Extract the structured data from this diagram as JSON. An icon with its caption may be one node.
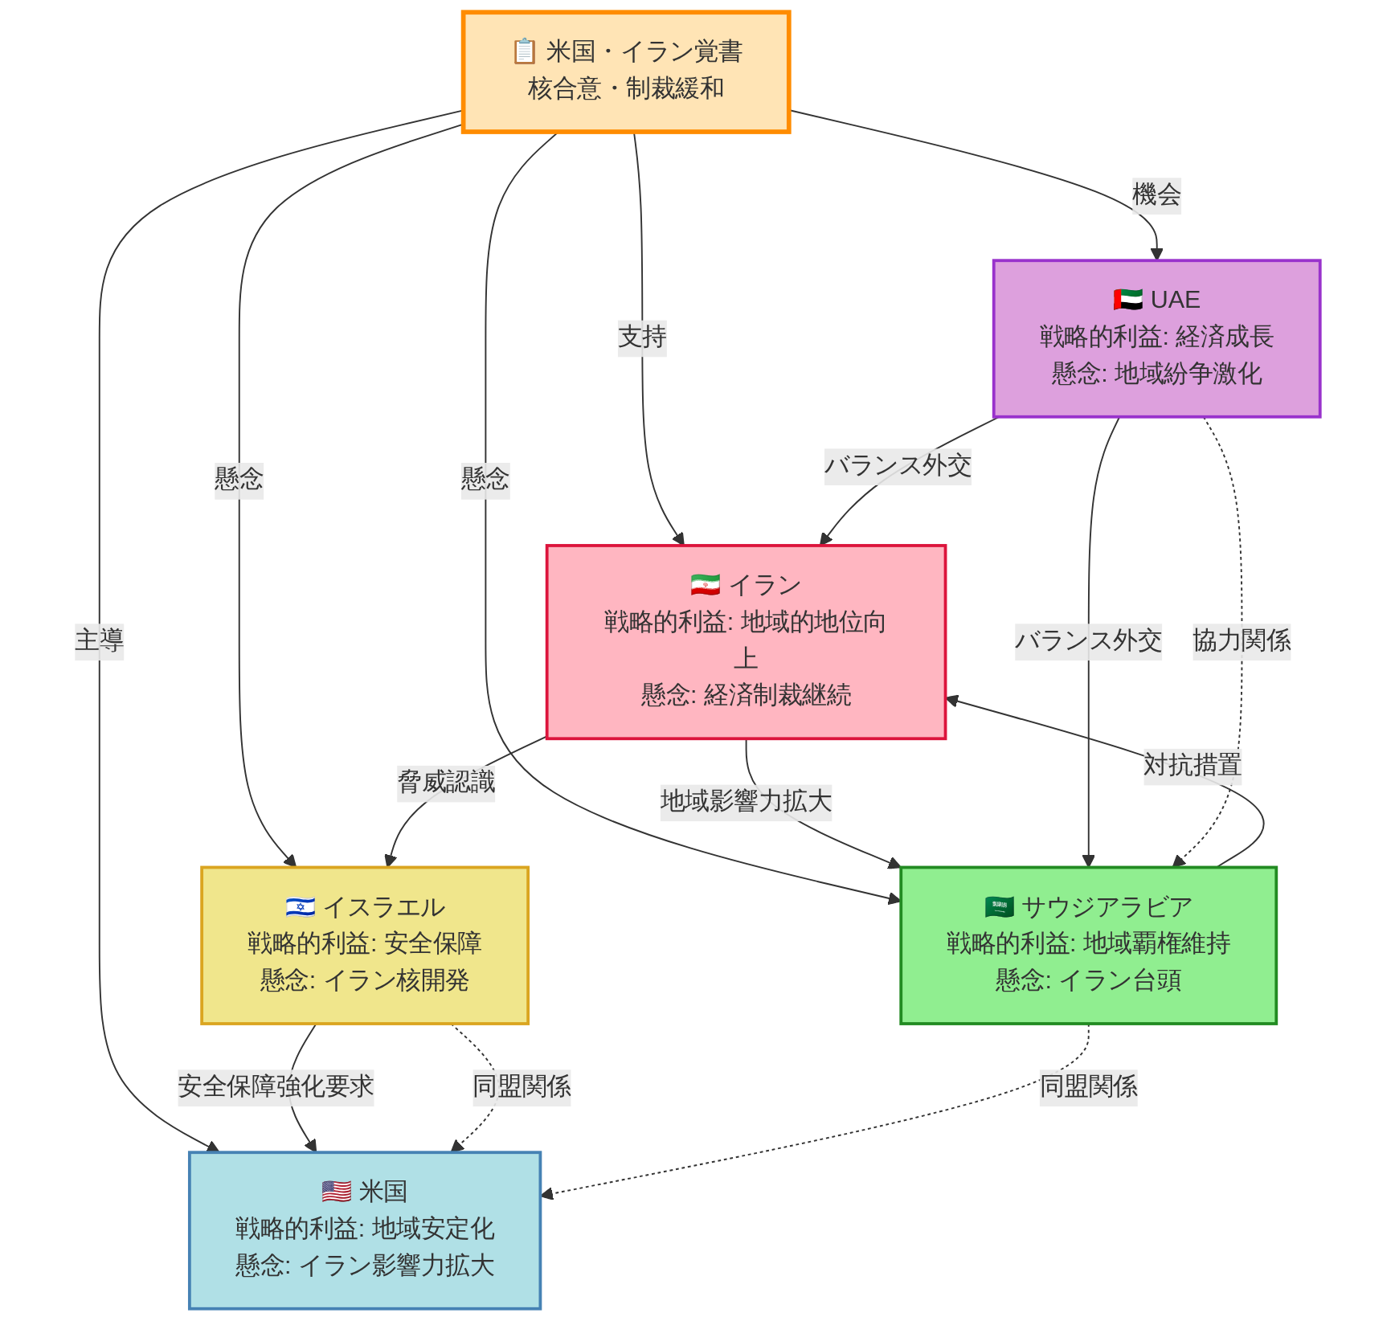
{
  "diagram": {
    "nodes": [
      {
        "text": [
          "📋 米国・イラン覚書",
          "核合意・制裁緩和"
        ]
      },
      {
        "text": [
          "🇦🇪 UAE",
          "戦略的利益: 経済成長",
          "懸念: 地域紛争激化"
        ]
      },
      {
        "text": [
          "🇮🇷 イラン",
          "戦略的利益: 地域的地位向上",
          "懸念: 経済制裁継続"
        ]
      },
      {
        "text": [
          "🇮🇱 イスラエル",
          "戦略的利益: 安全保障",
          "懸念: イラン核開発"
        ]
      },
      {
        "text": [
          "🇸🇦 サウジアラビア",
          "戦略的利益: 地域覇権維持",
          "懸念: イラン台頭"
        ]
      },
      {
        "text": [
          "🇺🇸 米国",
          "戦略的利益: 地域安定化",
          "懸念: イラン影響力拡大"
        ]
      }
    ],
    "edges": [
      {
        "from": 0,
        "to": 2,
        "arrow": "to",
        "label": "支持"
      },
      {
        "from": 0,
        "to": 3,
        "arrow": "to",
        "label": "懸念"
      },
      {
        "from": 0,
        "to": 4,
        "arrow": "to",
        "label": "懸念"
      },
      {
        "from": 0,
        "to": 1,
        "arrow": "to",
        "label": "機会"
      },
      {
        "from": 0,
        "to": 5,
        "arrow": "to",
        "label": "主導"
      },
      {
        "from": 2,
        "to": 4,
        "arrow": "to",
        "label": "地域影響力拡大"
      },
      {
        "from": 2,
        "to": 3,
        "arrow": "to",
        "label": "脅威認識"
      },
      {
        "from": 4,
        "to": 2,
        "arrow": "to",
        "label": "対抗措置"
      },
      {
        "from": 1,
        "to": 2,
        "arrow": "to",
        "label": "バランス外交"
      },
      {
        "from": 1,
        "to": 4,
        "arrow": "to",
        "label": "バランス外交"
      },
      {
        "from": 3,
        "to": 5,
        "arrow": "to",
        "label": "安全保障強化要求"
      },
      {
        "from": 3,
        "to": 5,
        "arrow": "to",
        "label": "同盟関係",
        "style": "dashed"
      },
      {
        "from": 4,
        "to": 5,
        "arrow": "to",
        "label": "同盟関係",
        "style": "dashed"
      },
      {
        "from": 1,
        "to": 4,
        "arrow": "to",
        "label": "協力関係",
        "style": "dashed"
      }
    ]
  }
}
